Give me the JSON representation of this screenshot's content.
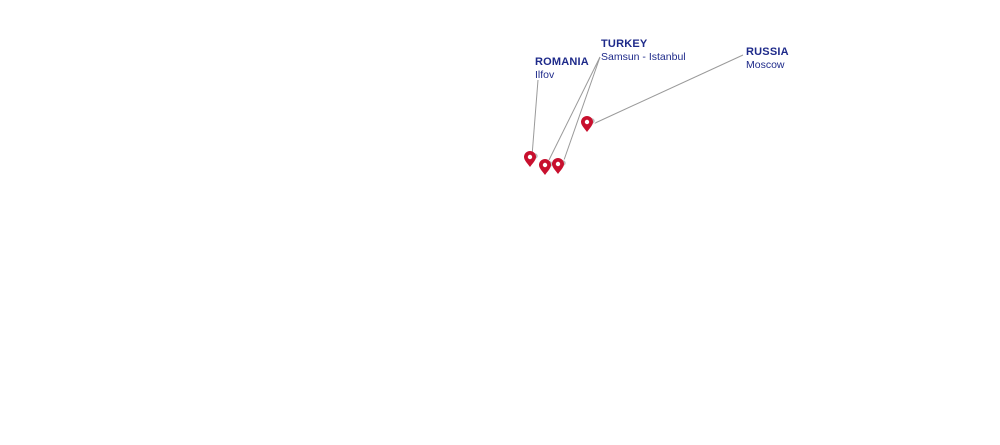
{
  "locations": [
    {
      "id": "romania",
      "country": "ROMANIA",
      "city": "Ilfov"
    },
    {
      "id": "turkey",
      "country": "TURKEY",
      "city": "Samsun - Istanbul"
    },
    {
      "id": "russia",
      "country": "RUSSIA",
      "city": "Moscow"
    }
  ],
  "marker_icon": "location-pin-icon",
  "colors": {
    "label_text": "#1e2a8a",
    "leader_line": "#9a9a9a",
    "marker_fill": "#c8102e",
    "marker_badge": "#bdbdbd"
  }
}
